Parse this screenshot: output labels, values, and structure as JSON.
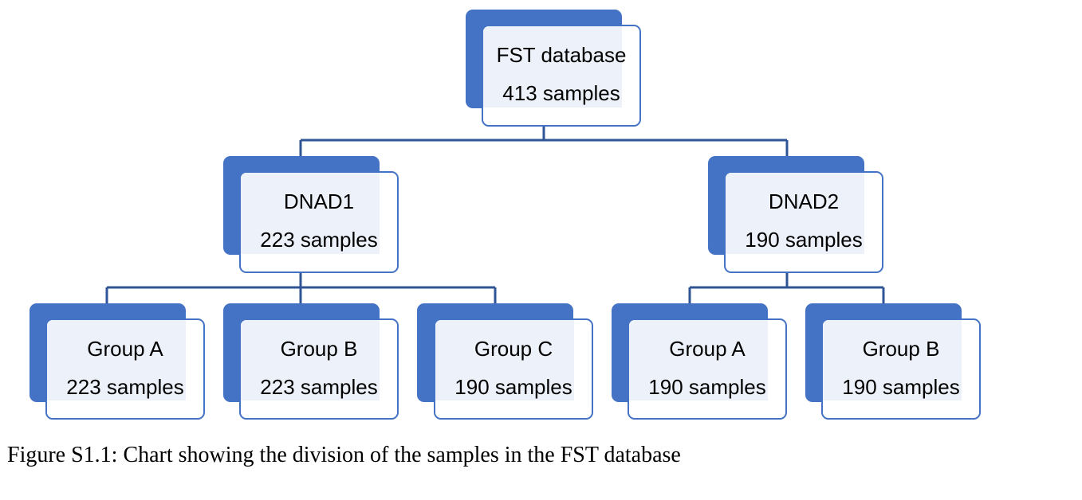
{
  "colors": {
    "node_fill": "#4472c4",
    "node_border": "#4472c4",
    "node_highlight": "#edf1fa",
    "connector": "#2f5597"
  },
  "nodes": {
    "root": {
      "line1": "FST database",
      "line2": "413 samples"
    },
    "dnad1": {
      "line1": "DNAD1",
      "line2": "223 samples"
    },
    "dnad2": {
      "line1": "DNAD2",
      "line2": "190 samples"
    },
    "dnad1_group_a": {
      "line1": "Group A",
      "line2": "223 samples"
    },
    "dnad1_group_b": {
      "line1": "Group B",
      "line2": "223 samples"
    },
    "dnad1_group_c": {
      "line1": "Group C",
      "line2": "190 samples"
    },
    "dnad2_group_a": {
      "line1": "Group A",
      "line2": "190 samples"
    },
    "dnad2_group_b": {
      "line1": "Group B",
      "line2": "190 samples"
    }
  },
  "caption": "Figure S1.1: Chart showing the division of the samples in the FST database"
}
